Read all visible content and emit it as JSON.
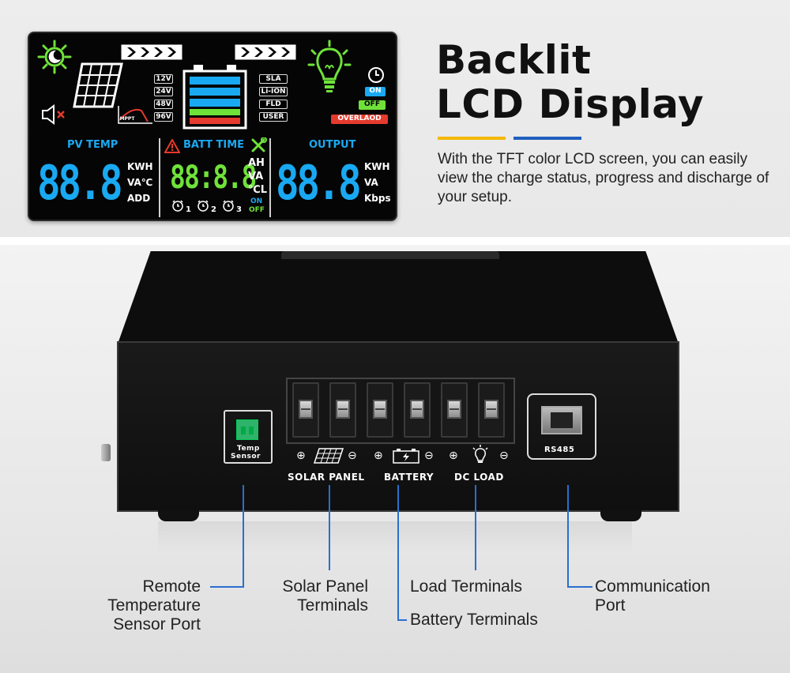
{
  "heading": {
    "line1": "Backlit",
    "line2": "LCD Display",
    "description": "With the TFT color LCD screen, you can easily view the charge status, progress and discharge of your setup.",
    "underline_colors": [
      "#f5b800",
      "#1f5fbf"
    ]
  },
  "lcd": {
    "voltages": [
      "12V",
      "24V",
      "48V",
      "96V"
    ],
    "battery_types": [
      "SLA",
      "Li-ION",
      "FLD",
      "USER"
    ],
    "status_on": "ON",
    "status_off": "OFF",
    "overload": "OVERLAOD",
    "mppt": "MPPT",
    "pv_temp_label": "PV TEMP",
    "batt_time_label": "BATT TIME",
    "output_label": "OUTPUT",
    "left_digits": "88.8",
    "mid_digits": "88:8.8",
    "right_digits": "88.8",
    "left_units": [
      "KWH",
      "VA℃",
      "ADD"
    ],
    "mid_units": [
      "AH",
      "VA",
      "℃L"
    ],
    "right_units": [
      "KWH",
      "VA",
      "Kbps"
    ],
    "mid_on": "ON",
    "mid_off": "OFF",
    "timers": [
      "1",
      "2",
      "3"
    ],
    "colors": {
      "cyan": "#19a9f2",
      "green": "#6fe23a",
      "red": "#e53a2e",
      "lcd_bg": "#050505"
    }
  },
  "device": {
    "temp_sensor_label_1": "Temp",
    "temp_sensor_label_2": "Sensor",
    "solar_panel": "SOLAR PANEL",
    "battery": "BATTERY",
    "dc_load": "DC LOAD",
    "rs485": "RS485"
  },
  "callouts": {
    "remote_1": "Remote",
    "remote_2": "Temperature",
    "remote_3": "Sensor Port",
    "solar_1": "Solar Panel",
    "solar_2": "Terminals",
    "load": "Load Terminals",
    "battery": "Battery Terminals",
    "comm_1": "Communication",
    "comm_2": "Port"
  }
}
